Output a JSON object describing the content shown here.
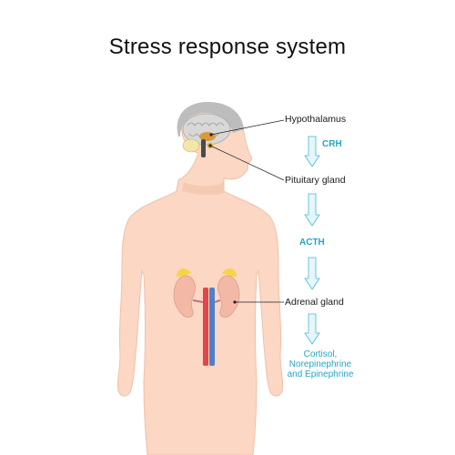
{
  "title": "Stress response system",
  "labels": {
    "hypothalamus": "Hypothalamus",
    "pituitary": "Pituitary gland",
    "adrenal": "Adrenal gland"
  },
  "hormones": {
    "crh": "CRH",
    "acth": "ACTH"
  },
  "output": {
    "line1": "Cortisol,",
    "line2": "Norepinephrine",
    "line3": "and Epinephrine"
  },
  "stock_id": "286630029",
  "colors": {
    "skin": "#fbd7c4",
    "skin_shadow": "#f2c4ac",
    "brain": "#d8d8d8",
    "skull": "#bdbdbd",
    "gland": "#f4e49a",
    "adrenal": "#f5d542",
    "artery": "#e1464b",
    "vein": "#4f80c6",
    "kidney": "#f3b9a6",
    "arrow_fill": "#e6f6fa",
    "arrow_stroke": "#45b9d6",
    "accent_text": "#24a4c4"
  }
}
